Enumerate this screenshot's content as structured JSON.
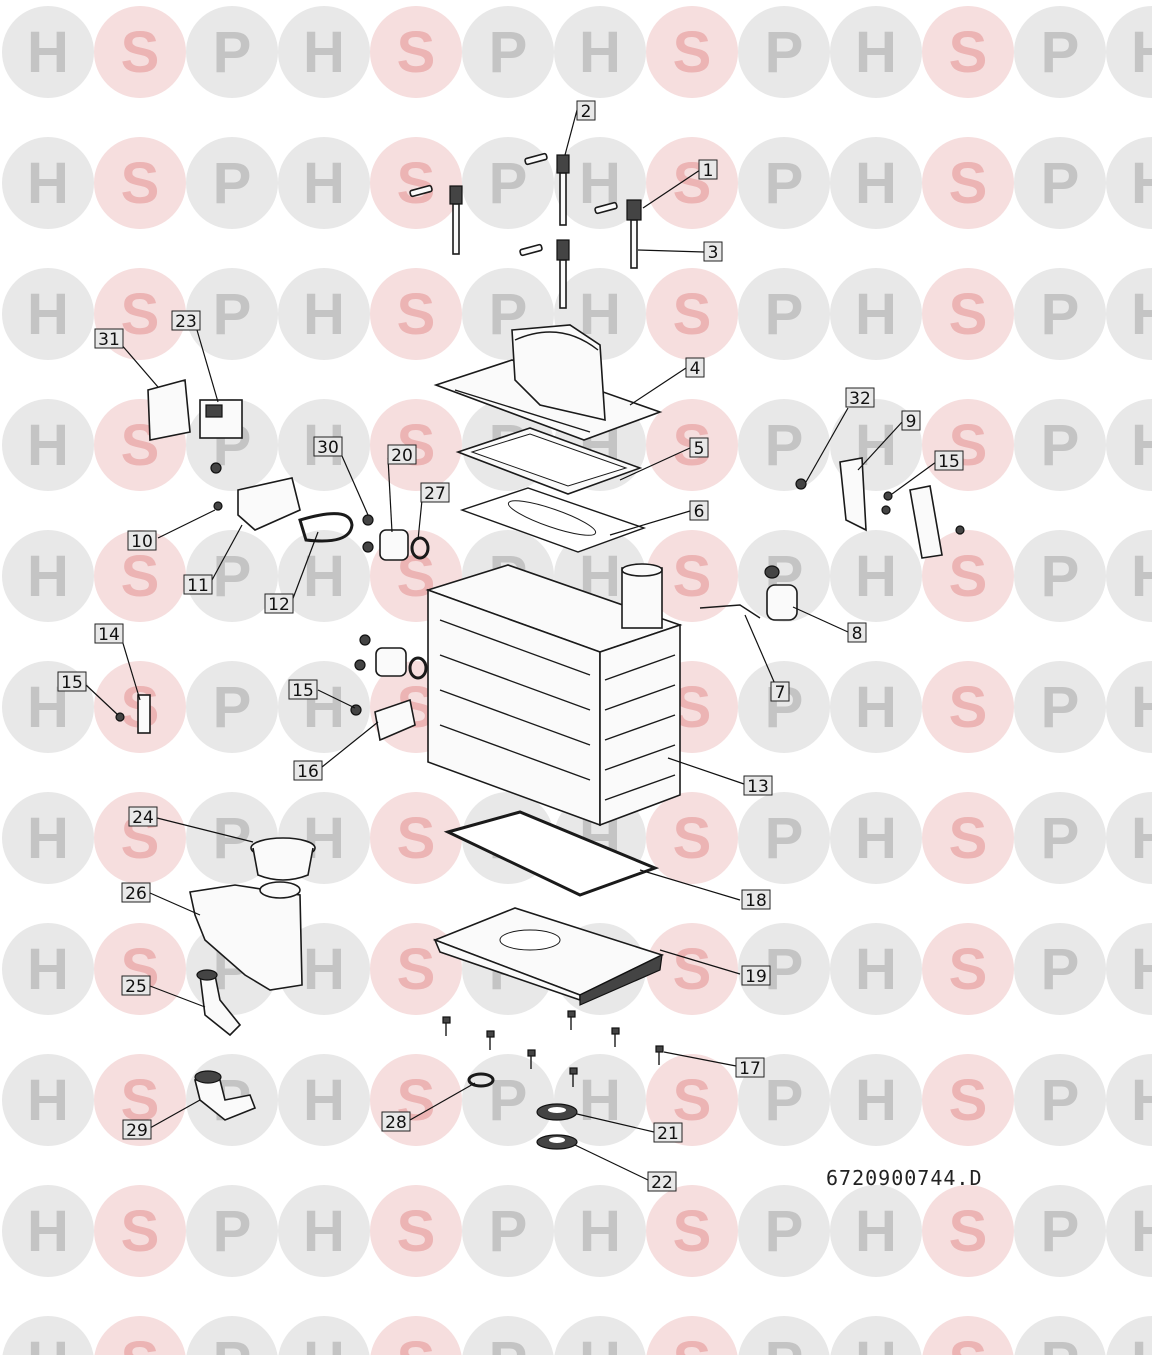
{
  "watermark": {
    "letters": [
      "H",
      "S",
      "P"
    ],
    "color_gray": "#e8e8e8",
    "color_pink": "#f6dede",
    "text_color_gray": "#c4c4c4",
    "text_color_pink": "#ecb4b4"
  },
  "drawing_reference": "6720900744.D",
  "callouts": [
    {
      "id": "1",
      "label": "1"
    },
    {
      "id": "2",
      "label": "2"
    },
    {
      "id": "3",
      "label": "3"
    },
    {
      "id": "4",
      "label": "4"
    },
    {
      "id": "5",
      "label": "5"
    },
    {
      "id": "6",
      "label": "6"
    },
    {
      "id": "7",
      "label": "7"
    },
    {
      "id": "8",
      "label": "8"
    },
    {
      "id": "9",
      "label": "9"
    },
    {
      "id": "10",
      "label": "10"
    },
    {
      "id": "11",
      "label": "11"
    },
    {
      "id": "12",
      "label": "12"
    },
    {
      "id": "13",
      "label": "13"
    },
    {
      "id": "14",
      "label": "14"
    },
    {
      "id": "15a",
      "label": "15"
    },
    {
      "id": "15b",
      "label": "15"
    },
    {
      "id": "15c",
      "label": "15"
    },
    {
      "id": "16",
      "label": "16"
    },
    {
      "id": "17",
      "label": "17"
    },
    {
      "id": "18",
      "label": "18"
    },
    {
      "id": "19",
      "label": "19"
    },
    {
      "id": "20",
      "label": "20"
    },
    {
      "id": "21",
      "label": "21"
    },
    {
      "id": "22",
      "label": "22"
    },
    {
      "id": "23",
      "label": "23"
    },
    {
      "id": "24",
      "label": "24"
    },
    {
      "id": "25",
      "label": "25"
    },
    {
      "id": "26",
      "label": "26"
    },
    {
      "id": "27",
      "label": "27"
    },
    {
      "id": "28",
      "label": "28"
    },
    {
      "id": "29",
      "label": "29"
    },
    {
      "id": "30",
      "label": "30"
    },
    {
      "id": "31",
      "label": "31"
    },
    {
      "id": "32",
      "label": "32"
    }
  ]
}
